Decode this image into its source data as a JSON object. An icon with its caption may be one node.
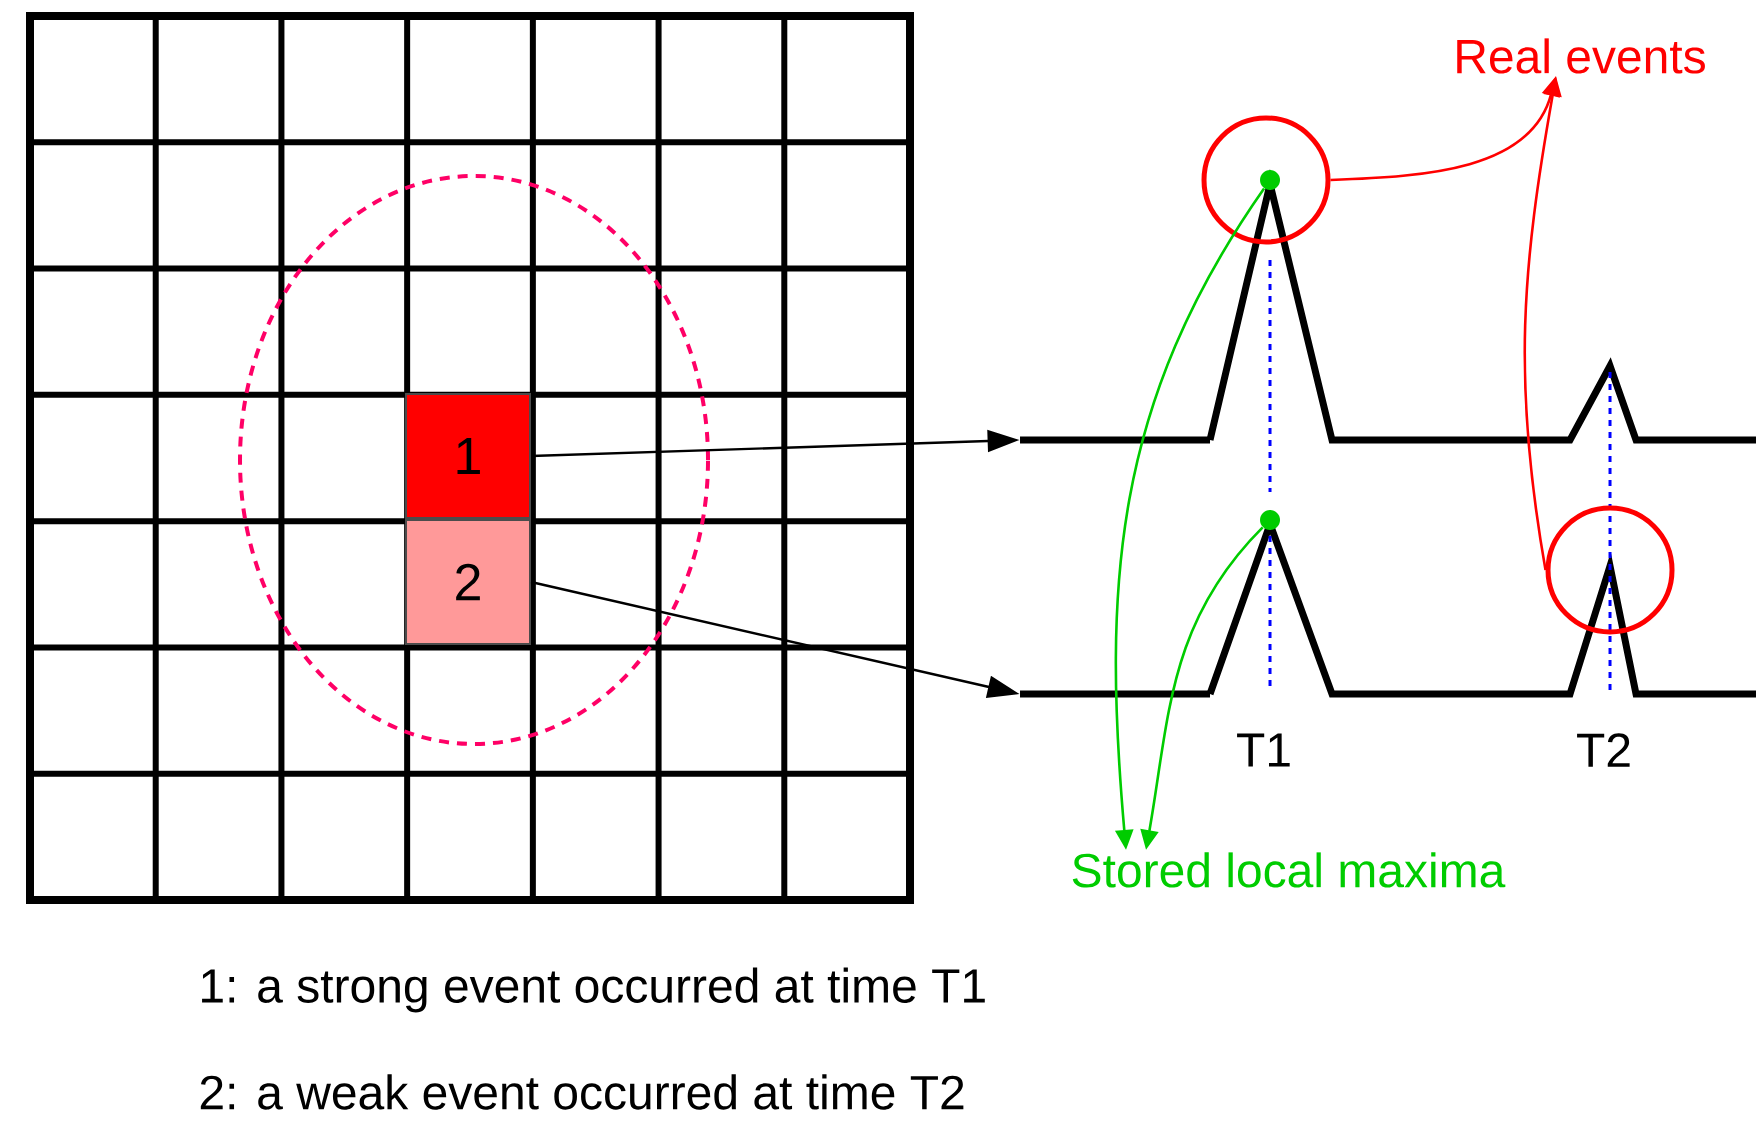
{
  "diagram": {
    "nodes": [
      {
        "text": [
          "1"
        ]
      },
      {
        "text": [
          "2"
        ]
      },
      {
        "text": [],
        "shape": "bar"
      },
      {
        "text": [],
        "shape": "circle"
      },
      {
        "text": [],
        "shape": "circle",
        "in": 3
      },
      {
        "text": [
          "Real events"
        ]
      },
      {
        "text": [],
        "shape": "bar"
      },
      {
        "text": [],
        "shape": "circle"
      },
      {
        "text": [],
        "shape": "circle"
      },
      {
        "text": [
          "Stored local maxima"
        ]
      }
    ],
    "edges": [
      {
        "from": 0,
        "to": 2,
        "arrow": "to"
      },
      {
        "from": 1,
        "to": 6,
        "arrow": "to"
      },
      {
        "from": 3,
        "to": 5,
        "arrow": "to",
        "color": "#ff0000"
      },
      {
        "from": 7,
        "to": 5,
        "arrow": "to",
        "color": "#ff0000"
      },
      {
        "from": 4,
        "to": 9,
        "arrow": "to",
        "color": "#00cc00"
      },
      {
        "from": 8,
        "to": 9,
        "arrow": "to",
        "color": "#00cc00"
      }
    ],
    "labels": [
      "T1",
      "T2",
      "1: a strong event occurred at time T1",
      "2: a weak event occurred at time T2"
    ]
  }
}
